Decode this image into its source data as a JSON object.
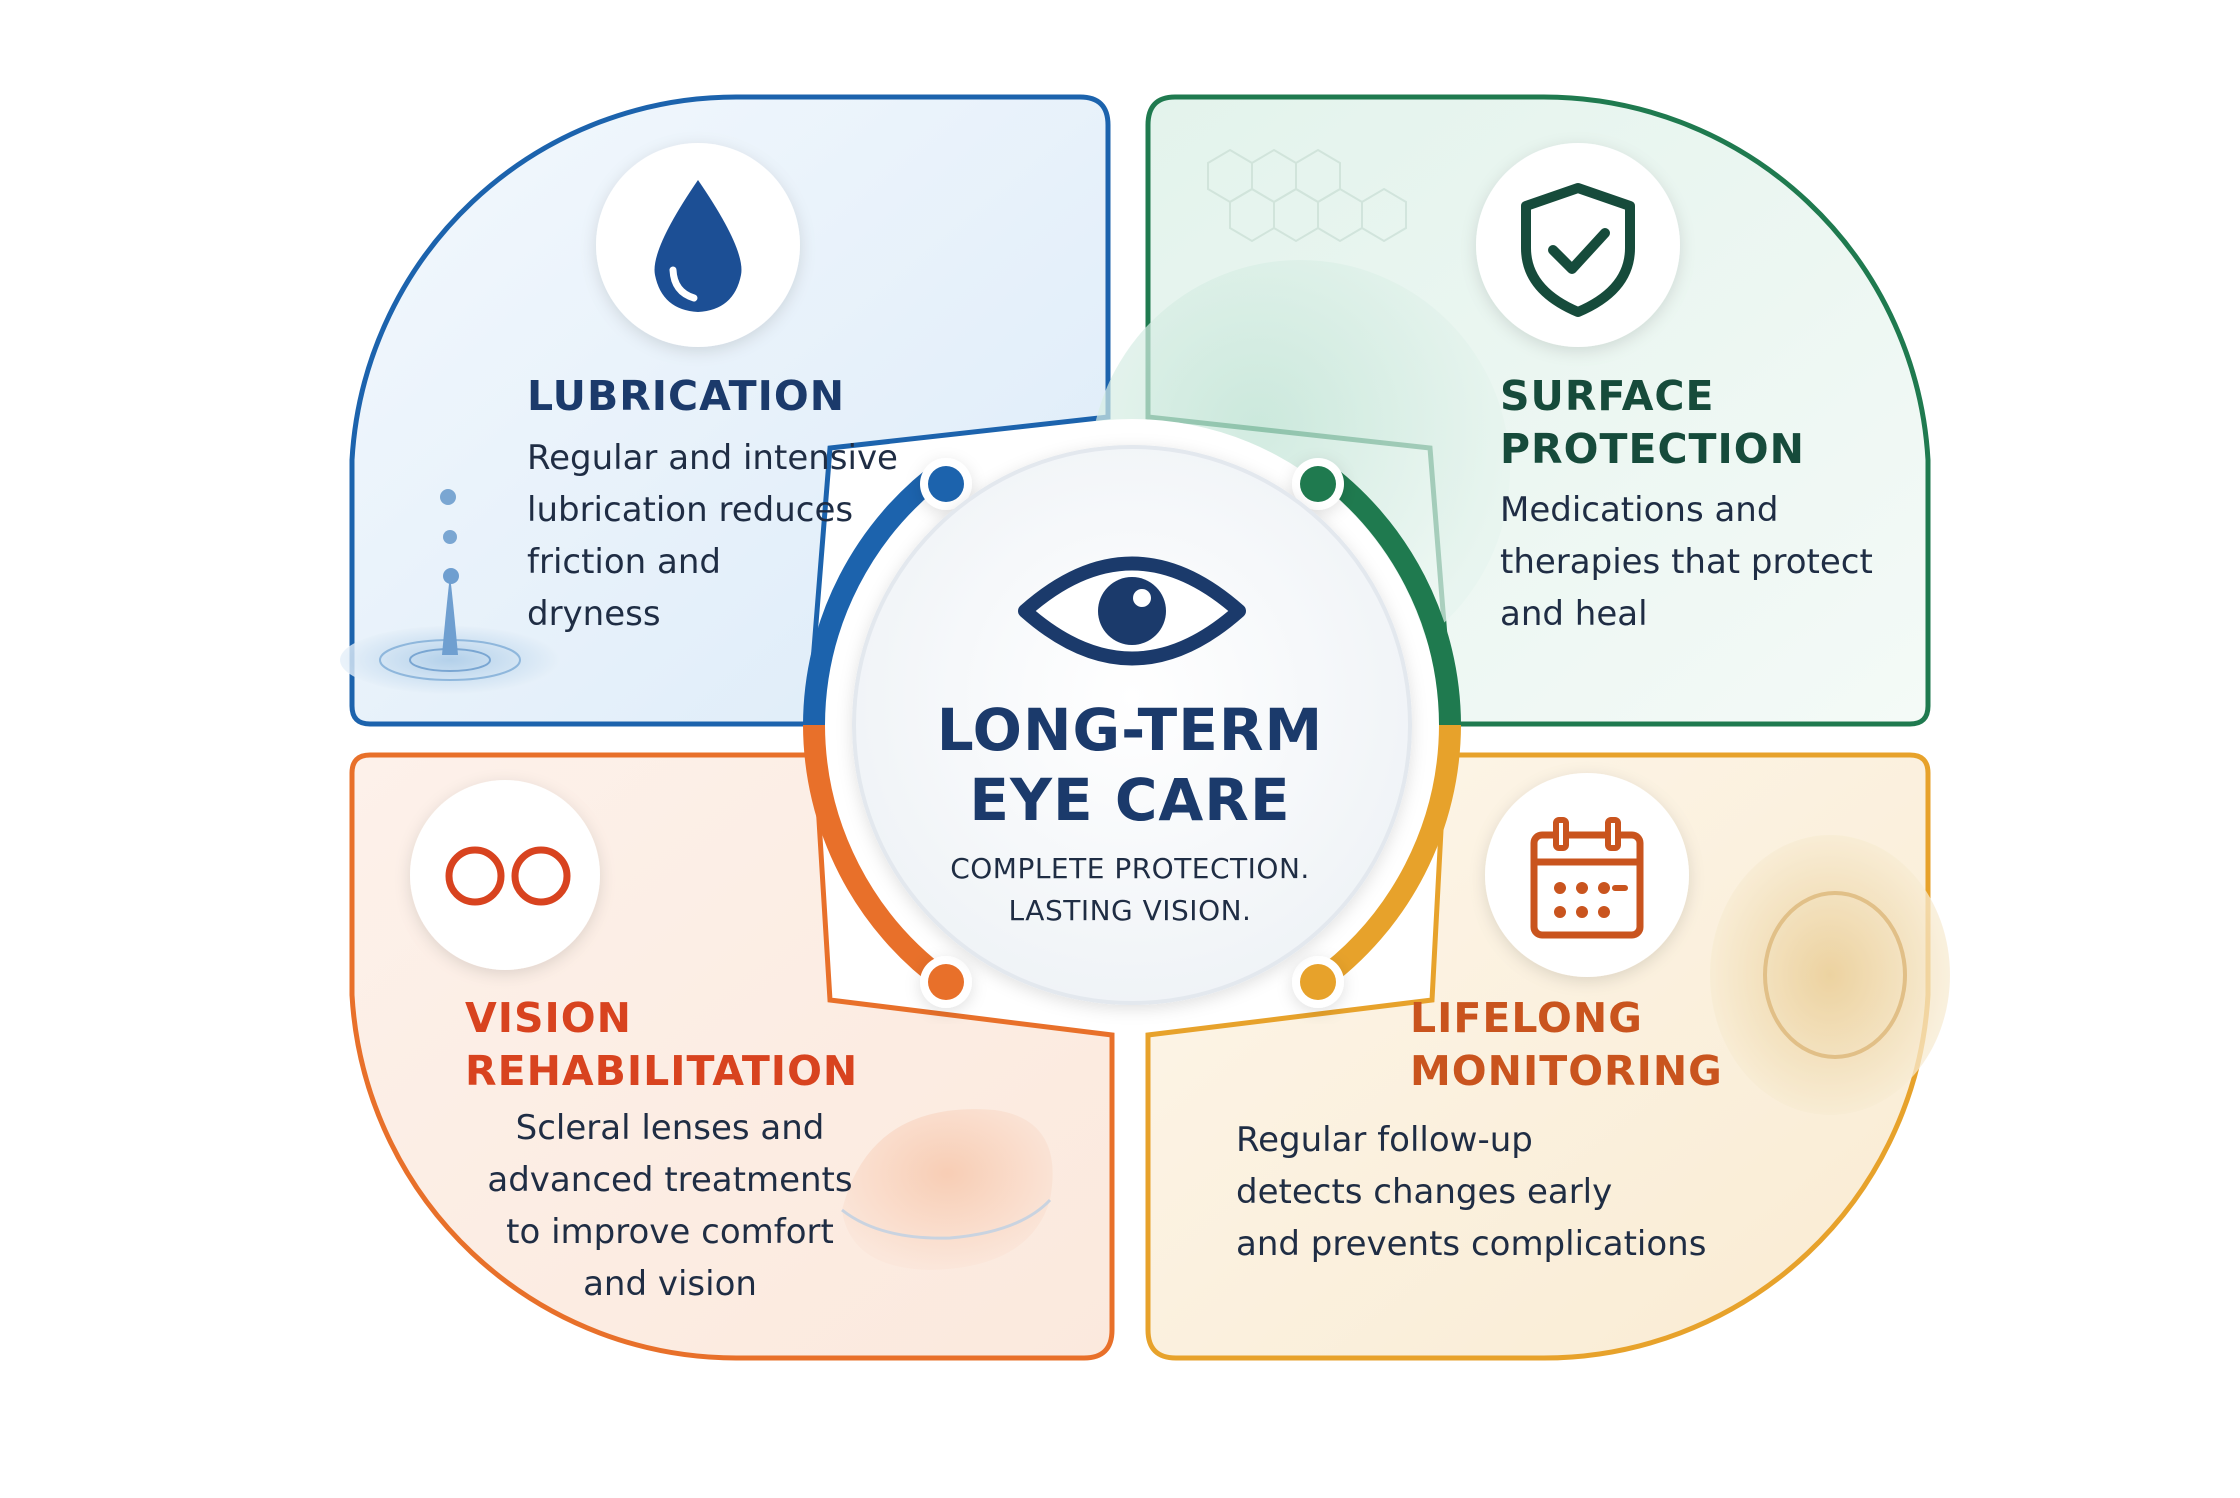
{
  "center": {
    "title": "LONG-TERM\nEYE CARE",
    "subtitle": "COMPLETE PROTECTION.\nLASTING VISION.",
    "icon": "eye-icon"
  },
  "quadrants": {
    "lubrication": {
      "title": "LUBRICATION",
      "description": "Regular and intensive\nlubrication reduces\nfriction and\ndryness",
      "icon": "water-drop-icon",
      "color": "#1c63ad"
    },
    "surface_protection": {
      "title": "SURFACE\nPROTECTION",
      "description": "Medications and\ntherapies that protect\nand heal",
      "icon": "shield-check-icon",
      "color": "#1f7a4f"
    },
    "vision_rehabilitation": {
      "title": "VISION\nREHABILITATION",
      "description": "Scleral lenses and\nadvanced treatments\nto improve comfort\nand vision",
      "icon": "lenses-icon",
      "color": "#e8702a"
    },
    "lifelong_monitoring": {
      "title": "LIFELONG\nMONITORING",
      "description": "Regular follow-up\ndetects changes early\nand prevents complications",
      "icon": "calendar-icon",
      "color": "#e7a22b"
    }
  },
  "colors": {
    "navy_text": "#1b3a6b",
    "body_text": "#1f2d44",
    "lubrication_title": "#1b3a6b",
    "surface_title": "#164b3b",
    "vision_title": "#d8431f",
    "monitoring_title": "#c9541e"
  }
}
